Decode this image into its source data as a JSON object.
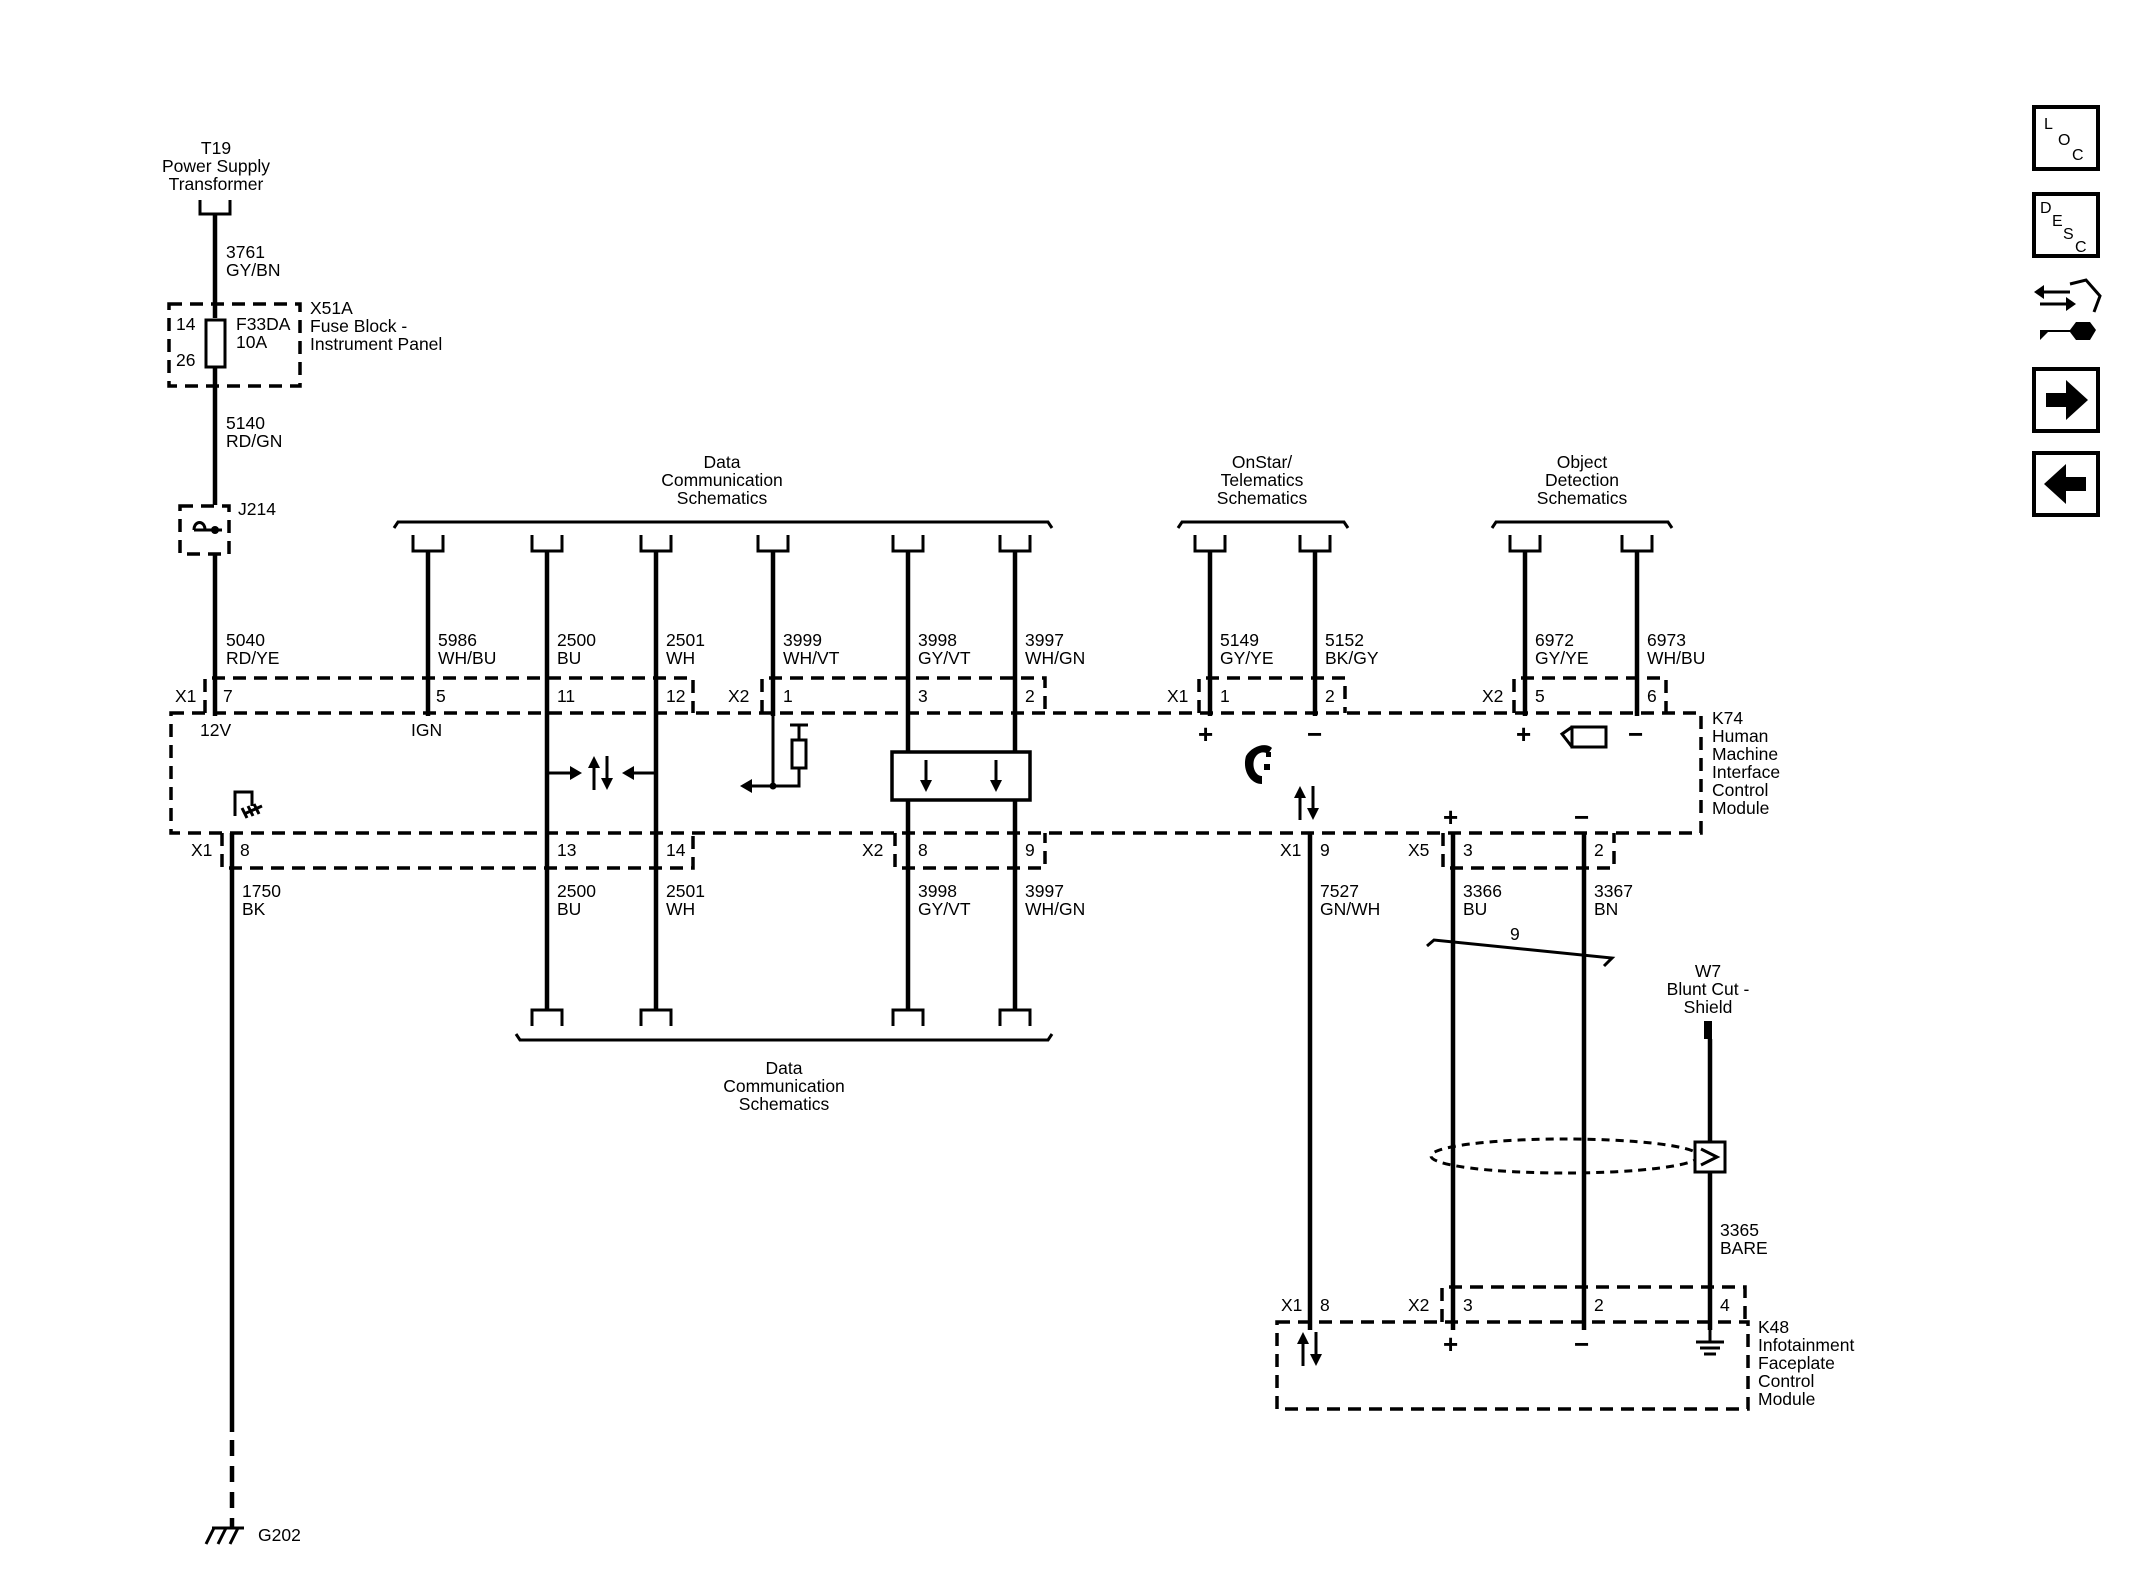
{
  "power_source": {
    "id": "T19",
    "name_lines": [
      "Power Supply",
      "Transformer"
    ]
  },
  "wires": {
    "w3761": {
      "circuit": "3761",
      "color": "GY/BN"
    },
    "w5140": {
      "circuit": "5140",
      "color": "RD/GN"
    },
    "w5040": {
      "circuit": "5040",
      "color": "RD/YE"
    },
    "w5986": {
      "circuit": "5986",
      "color": "WH/BU"
    },
    "w2500": {
      "circuit": "2500",
      "color": "BU"
    },
    "w2501": {
      "circuit": "2501",
      "color": "WH"
    },
    "w3999": {
      "circuit": "3999",
      "color": "WH/VT"
    },
    "w3998": {
      "circuit": "3998",
      "color": "GY/VT"
    },
    "w3997": {
      "circuit": "3997",
      "color": "WH/GN"
    },
    "w5149": {
      "circuit": "5149",
      "color": "GY/YE"
    },
    "w5152": {
      "circuit": "5152",
      "color": "BK/GY"
    },
    "w6972": {
      "circuit": "6972",
      "color": "GY/YE"
    },
    "w6973": {
      "circuit": "6973",
      "color": "WH/BU"
    },
    "w1750": {
      "circuit": "1750",
      "color": "BK"
    },
    "w7527": {
      "circuit": "7527",
      "color": "GN/WH"
    },
    "w3366": {
      "circuit": "3366",
      "color": "BU"
    },
    "w3367": {
      "circuit": "3367",
      "color": "BN"
    },
    "w3365": {
      "circuit": "3365",
      "color": "BARE"
    }
  },
  "fuse_block": {
    "id": "X51A",
    "name_lines": [
      "Fuse Block -",
      "Instrument Panel"
    ],
    "fuse_id": "F33DA",
    "fuse_rating": "10A",
    "pin_in": "14",
    "pin_out": "26"
  },
  "splice": {
    "id": "J214"
  },
  "refs": {
    "data_top": [
      "Data",
      "Communication",
      "Schematics"
    ],
    "onstar": [
      "OnStar/",
      "Telematics",
      "Schematics"
    ],
    "object": [
      "Object",
      "Detection",
      "Schematics"
    ],
    "data_bottom": [
      "Data",
      "Communication",
      "Schematics"
    ]
  },
  "k74": {
    "id": "K74",
    "name_lines": [
      "Human",
      "Machine",
      "Interface",
      "Control",
      "Module"
    ],
    "top_connectors": [
      {
        "name": "X1",
        "pins": [
          "7",
          "5",
          "11",
          "12"
        ]
      },
      {
        "name": "X2",
        "pins": [
          "1",
          "3",
          "2"
        ]
      },
      {
        "name": "X1",
        "pins": [
          "1",
          "2"
        ]
      },
      {
        "name": "X2",
        "pins": [
          "5",
          "6"
        ]
      }
    ],
    "bottom_connectors": [
      {
        "name": "X1",
        "pins": [
          "8",
          "13",
          "14"
        ]
      },
      {
        "name": "X2",
        "pins": [
          "8",
          "9"
        ]
      },
      {
        "name": "X1",
        "pins": [
          "9"
        ]
      },
      {
        "name": "X5",
        "pins": [
          "3",
          "2"
        ]
      }
    ],
    "labels": {
      "pwr": "12V",
      "ign": "IGN"
    }
  },
  "twisted_pair": {
    "label": "9"
  },
  "shield": {
    "id": "W7",
    "name_lines": [
      "Blunt Cut -",
      "Shield"
    ]
  },
  "k48": {
    "id": "K48",
    "name_lines": [
      "Infotainment",
      "Faceplate",
      "Control",
      "Module"
    ],
    "connectors": [
      {
        "name": "X1",
        "pins": [
          "8"
        ]
      },
      {
        "name": "X2",
        "pins": [
          "3",
          "2",
          "4"
        ]
      }
    ]
  },
  "ground": {
    "id": "G202"
  },
  "polarity": {
    "plus": "+",
    "minus": "−"
  },
  "nav_buttons": {
    "loc": [
      "L",
      "O",
      "C"
    ],
    "desc": [
      "D",
      "E",
      "S",
      "C"
    ],
    "diag_icon": "diagnostic-connector-icon",
    "next_icon": "arrow-right-icon",
    "prev_icon": "arrow-left-icon"
  }
}
